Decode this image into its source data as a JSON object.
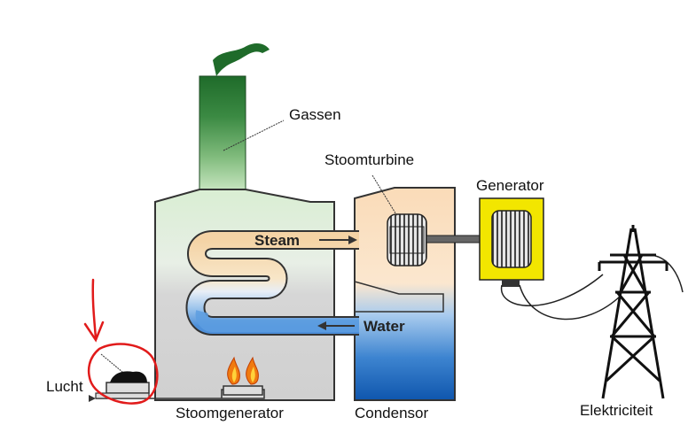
{
  "labels": {
    "gassen": "Gassen",
    "stoomturbine": "Stoomturbine",
    "generator": "Generator",
    "steam": "Steam",
    "water": "Water",
    "lucht": "Lucht",
    "stoomgenerator": "Stoomgenerator",
    "condensor": "Condensor",
    "elektriciteit": "Elektriciteit"
  },
  "icons": {
    "arrow": "down-arrow-icon",
    "circle": "annotation-circle",
    "flame": "flame-icon",
    "turbine": "turbine-icon",
    "generator": "generator-icon",
    "tower": "pylon-icon"
  },
  "colors": {
    "chimney_top": "#1f6b2a",
    "chimney_bottom": "#b7dbb2",
    "boiler_top": "#dff0d8",
    "boiler_bottom": "#d6d6d6",
    "steam_pipe": "#f6d8b0",
    "water_pipe": "#6fa8e0",
    "condensor_top": "#f9d3a8",
    "condensor_bottom": "#1b63b8",
    "generator_box": "#f2e600",
    "annotation": "#e11b1b"
  }
}
